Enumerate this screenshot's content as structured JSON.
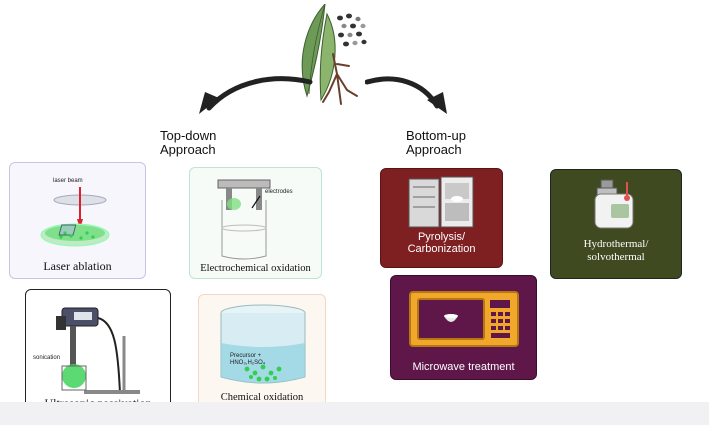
{
  "approaches": {
    "top_down": "Top-down\nApproach",
    "bottom_up": "Bottom-up\nApproach"
  },
  "methods": {
    "laser": {
      "title": "Laser ablation",
      "label": "laser beam"
    },
    "electrochemical": {
      "title": "Electrochemical oxidation",
      "label": "electrodes"
    },
    "ultrasonic": {
      "title": "Ultrasonic passivation",
      "label": "sonication"
    },
    "chemical": {
      "title": "Chemical oxidation",
      "label_line1": "Precursor +",
      "label_line2": "HNO₃,H₂SO₄"
    },
    "pyrolysis": {
      "title": "Pyrolysis/\nCarbonization"
    },
    "hydrothermal": {
      "title": "Hydrothermal/\nsolvothermal"
    },
    "microwave": {
      "title": "Microwave treatment"
    }
  },
  "colors": {
    "laser_border": "#c9c3e6",
    "electro_border": "#bfe3d4",
    "ultra_border": "#222222",
    "chem_border": "#f2d7c4",
    "pyro_bg": "#7e1f22",
    "hydro_bg": "#3f4a20",
    "micro_bg": "#5e1748",
    "glow": "#2fd14a"
  },
  "icons": [
    "plant-icon",
    "curved-arrow-icon",
    "laser-setup-icon",
    "beaker-electrodes-icon",
    "sonicator-icon",
    "beaker-solution-icon",
    "furnace-icon",
    "autoclave-icon",
    "microwave-oven-icon"
  ]
}
